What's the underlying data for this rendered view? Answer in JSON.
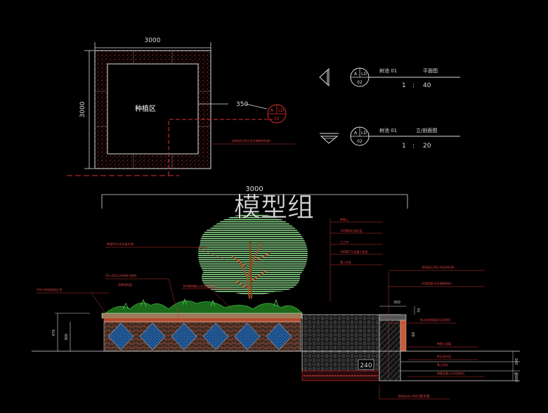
{
  "plan": {
    "width_dim": "3000",
    "height_dim": "3000",
    "planting_label": "种植区",
    "border_dim": "350",
    "callout_note": "花岗岩压顶石(详见铺装材料表)"
  },
  "callout_circle": {
    "top": "A",
    "top_right": "LD",
    "bottom": "02"
  },
  "titles": [
    {
      "circle_top": "A",
      "circle_top_right": "LD",
      "circle_bottom": "02",
      "name": "树池 01",
      "view": "平面图",
      "scale_a": "1",
      "scale_sep": ":",
      "scale_b": "40"
    },
    {
      "circle_top": "A",
      "circle_top_right": "LD",
      "circle_bottom": "02",
      "name": "树池 01",
      "view": "立/剖面图",
      "scale_a": "1",
      "scale_sep": ":",
      "scale_b": "20"
    }
  ],
  "elevation": {
    "overall_dim": "3000",
    "watermark": "模型组",
    "left_dim_outer": "470",
    "left_dim_inner": "300",
    "section_dim_top": "350",
    "section_dim_side": "70",
    "section_dim_small": "60",
    "section_label": "240",
    "right_dim_a": "200",
    "right_dim_b": "200厚",
    "bottom_note": "300mm PVC排水管",
    "notes_left": [
      "250×80花岗岩压顶",
      "种植乔木(详见苗木表)",
      "50×250×20碎拼马赛克",
      "背景墙饰面",
      "300厚种植土(详见绿化图)"
    ],
    "notes_right_col": [
      "种植土",
      "150厚碎石滤水层",
      "土工布",
      "100厚C15混凝土垫层",
      "素土夯实"
    ],
    "notes_right": [
      "花岗岩压顶石(详见材料表)",
      "外墙饰面(详见铺装材料)",
      "防水砂浆抹面(详见说明)",
      "种植土回填",
      "碎石滤水层",
      "素土夯实",
      "钢筋混凝土(详见结构)"
    ]
  }
}
